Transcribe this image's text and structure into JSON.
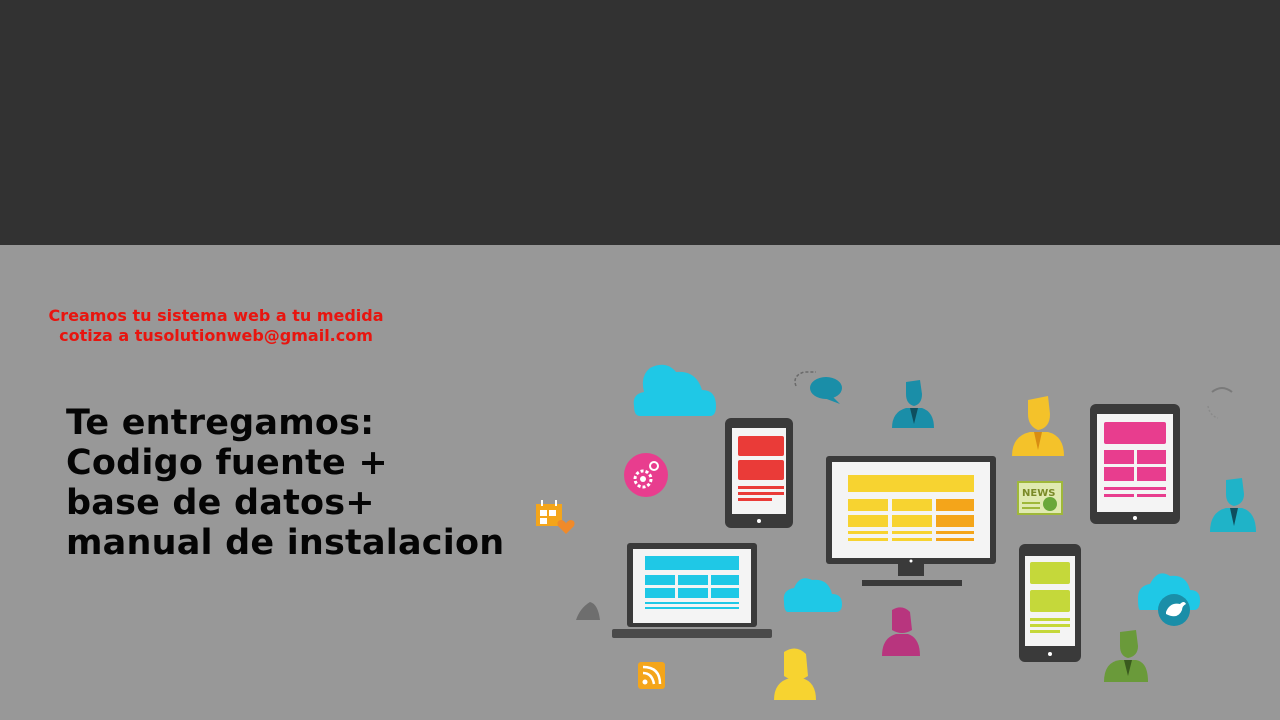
{
  "promo": {
    "line1": "Creamos tu sistema web a tu medida",
    "line2": "cotiza a tusolutionweb@gmail.com"
  },
  "deliverables": {
    "line1": "Te entregamos:",
    "line2": "Codigo fuente +",
    "line3": "base de datos+",
    "line4": "manual de instalacion"
  },
  "illustration": {
    "news_label": "NEWS"
  },
  "colors": {
    "top_band": "#323232",
    "background": "#989898",
    "promo_text": "#e8150f",
    "cyan": "#1fc8e6",
    "teal": "#1a8ea8",
    "red": "#ea3b38",
    "yellow": "#f7d330",
    "pink": "#e83d8e",
    "lime": "#c5d83a",
    "green": "#6a9a3a",
    "magenta": "#b8357e"
  }
}
